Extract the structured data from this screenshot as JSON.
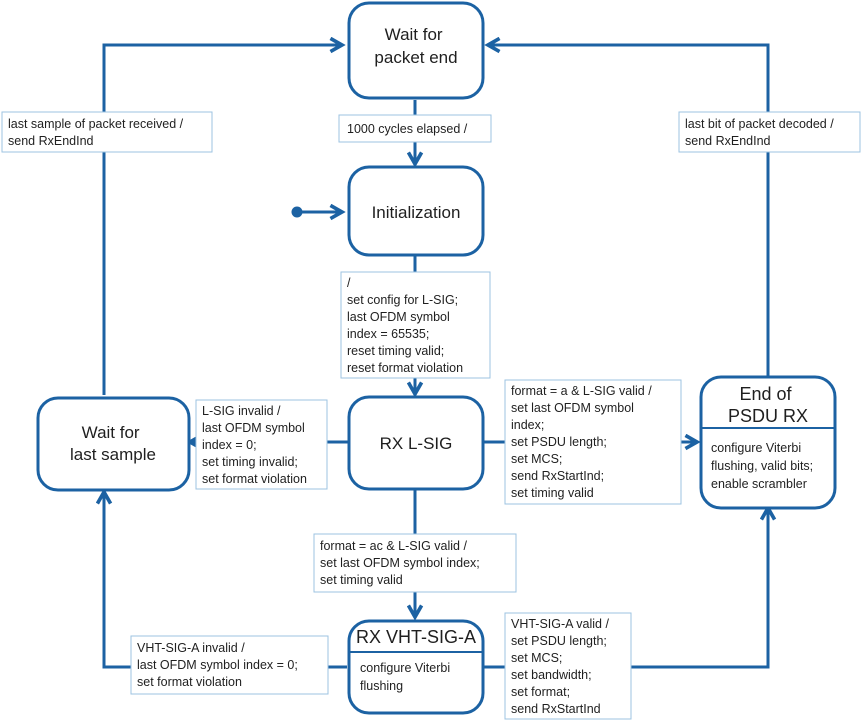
{
  "states": {
    "wait_packet_end": [
      "Wait for",
      "packet end"
    ],
    "initialization": [
      "Initialization"
    ],
    "wait_last_sample": [
      "Wait for",
      "last sample"
    ],
    "rx_lsig": [
      "RX L-SIG"
    ],
    "end_psdu": {
      "title": [
        "End of",
        "PSDU RX"
      ],
      "body": [
        "configure Viterbi",
        "flushing, valid bits;",
        "enable scrambler"
      ]
    },
    "rx_vhtsiga": {
      "title": [
        "RX VHT-SIG-A"
      ],
      "body": [
        "configure Viterbi",
        "flushing"
      ]
    }
  },
  "transitions": {
    "cycles": [
      "1000 cycles elapsed /"
    ],
    "last_sample": [
      "last sample of packet received /",
      "send RxEndInd"
    ],
    "last_bit": [
      "last bit of packet decoded /",
      "send RxEndInd"
    ],
    "init_to_lsig": [
      "/",
      "set config for L-SIG;",
      "last OFDM symbol",
      "index = 65535;",
      "reset timing valid;",
      "reset format violation"
    ],
    "lsig_invalid": [
      "L-SIG invalid /",
      "last OFDM symbol",
      "index = 0;",
      "set timing invalid;",
      "set format violation"
    ],
    "format_a": [
      "format = a & L-SIG valid /",
      "set last OFDM symbol",
      "index;",
      "set PSDU length;",
      "set MCS;",
      "send RxStartInd;",
      "set timing valid"
    ],
    "format_ac": [
      "format = ac & L-SIG valid /",
      "set last OFDM symbol index;",
      "set timing valid"
    ],
    "vht_invalid": [
      "VHT-SIG-A invalid /",
      "last OFDM symbol index = 0;",
      "set format violation"
    ],
    "vht_valid": [
      "VHT-SIG-A valid /",
      "set PSDU length;",
      "set MCS;",
      "set bandwidth;",
      "set format;",
      "send RxStartInd"
    ]
  },
  "colors": {
    "accent": "#1c62a3",
    "label_border": "#9cc3e2",
    "text": "#1f1f1f"
  }
}
